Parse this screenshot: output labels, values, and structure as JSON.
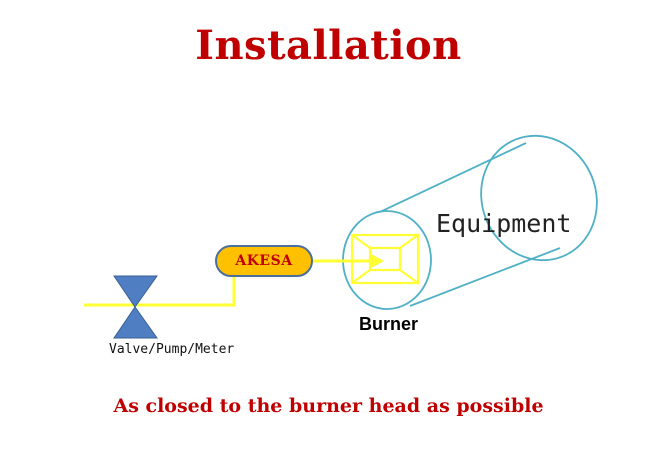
{
  "title": "Installation",
  "labels": {
    "equipment": "Equipment",
    "burner": "Burner",
    "valve": "Valve/Pump/Meter",
    "device": "AKESA"
  },
  "footer": "As closed to the burner head as possible",
  "colors": {
    "title_red": "#c00000",
    "pipe_yellow": "#ffff33",
    "device_fill": "#ffc000",
    "device_border": "#4a6f9c",
    "valve_blue": "#4f7fc2",
    "cylinder_teal": "#4fb0c6"
  }
}
